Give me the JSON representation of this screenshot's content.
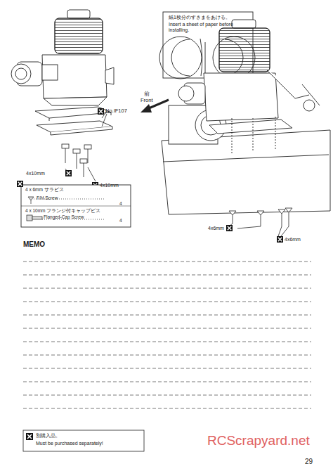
{
  "diagram": {
    "nodes": [
      {
        "text": [
          "紙1枚分のすきまをあける。",
          "Insert a sheet of paper before installing."
        ]
      },
      {
        "text": [
          "4 x 6mm サラビス",
          "F/H Screw",
          "4",
          "4 x 10mm フランジ付キャップビス",
          "Flanged-Cap Screw",
          "4"
        ]
      },
      {
        "text": [
          "別購入品。",
          "Must be purchased separately!"
        ]
      }
    ],
    "labels": [
      "No.IF107",
      "前",
      "Front",
      "4x10mm",
      "4x10mm",
      "4x6mm",
      "4x6mm",
      "MEMO",
      "RCScrapyard.net",
      "29"
    ]
  }
}
